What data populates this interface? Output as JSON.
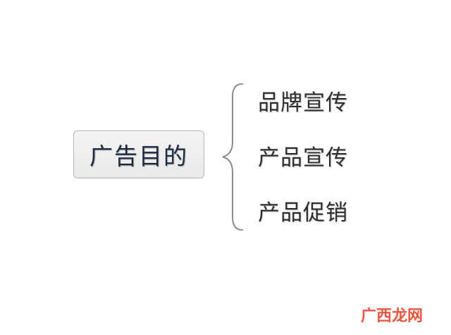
{
  "diagram": {
    "root": {
      "label": "广告目的"
    },
    "branches": [
      {
        "label": "品牌宣传"
      },
      {
        "label": "产品宣传"
      },
      {
        "label": "产品促销"
      }
    ]
  },
  "watermark": {
    "brand_text": "广西龙网",
    "colors": {
      "brand": "#e8452c"
    }
  },
  "colors": {
    "root_text": "#1c2a3f",
    "branch_text": "#2f2f2f",
    "brace": "#8c8c8c",
    "box_border": "#b5b5b5"
  }
}
